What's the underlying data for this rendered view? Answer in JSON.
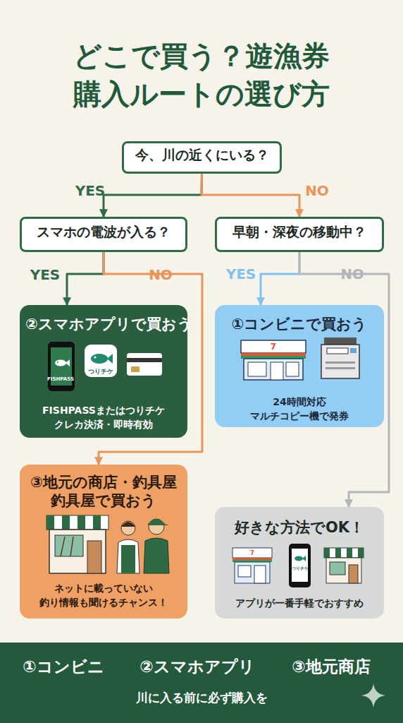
{
  "diagram": {
    "title": "どこで買う？遊漁券 購入ルートの選び方",
    "nodes": [
      {
        "text": [
          "今、川の近くにいる？"
        ]
      },
      {
        "text": [
          "スマホの電波が入る？"
        ]
      },
      {
        "text": [
          "早朝・深夜の移動中？"
        ]
      },
      {
        "text": [
          "②スマホアプリで買おう",
          "FISHPASSまたはつりチケ クレカ決済・即時有効"
        ]
      },
      {
        "text": [
          "①コンビニで買おう",
          "24時間対応 マルチコピー機で発券"
        ]
      },
      {
        "text": [
          "③地元の商店・釣具屋 釣具屋で買おう",
          "ネットに載っていない 釣り情報も聞けるチャンス！"
        ]
      },
      {
        "text": [
          "好きな方法でOK！",
          "アプリが一番手軽でおすすめ"
        ]
      },
      {
        "text": [
          "①コンビニ",
          "②スマホアプリ",
          "③地元商店",
          "川に入る前に必ず購入を"
        ]
      }
    ],
    "edges": [
      {
        "from": 0,
        "to": 1,
        "label": "YES",
        "arrow": "to"
      },
      {
        "from": 0,
        "to": 2,
        "label": "NO",
        "arrow": "to"
      },
      {
        "from": 1,
        "to": 3,
        "label": "YES",
        "arrow": "to"
      },
      {
        "from": 1,
        "to": 5,
        "label": "NO",
        "arrow": "to"
      },
      {
        "from": 2,
        "to": 4,
        "label": "YES",
        "arrow": "to"
      },
      {
        "from": 2,
        "to": 6,
        "label": "NO",
        "arrow": "to"
      }
    ],
    "labels": [
      "FISHPASS",
      "つりチケ",
      "7",
      "7",
      "つりチケ"
    ]
  }
}
